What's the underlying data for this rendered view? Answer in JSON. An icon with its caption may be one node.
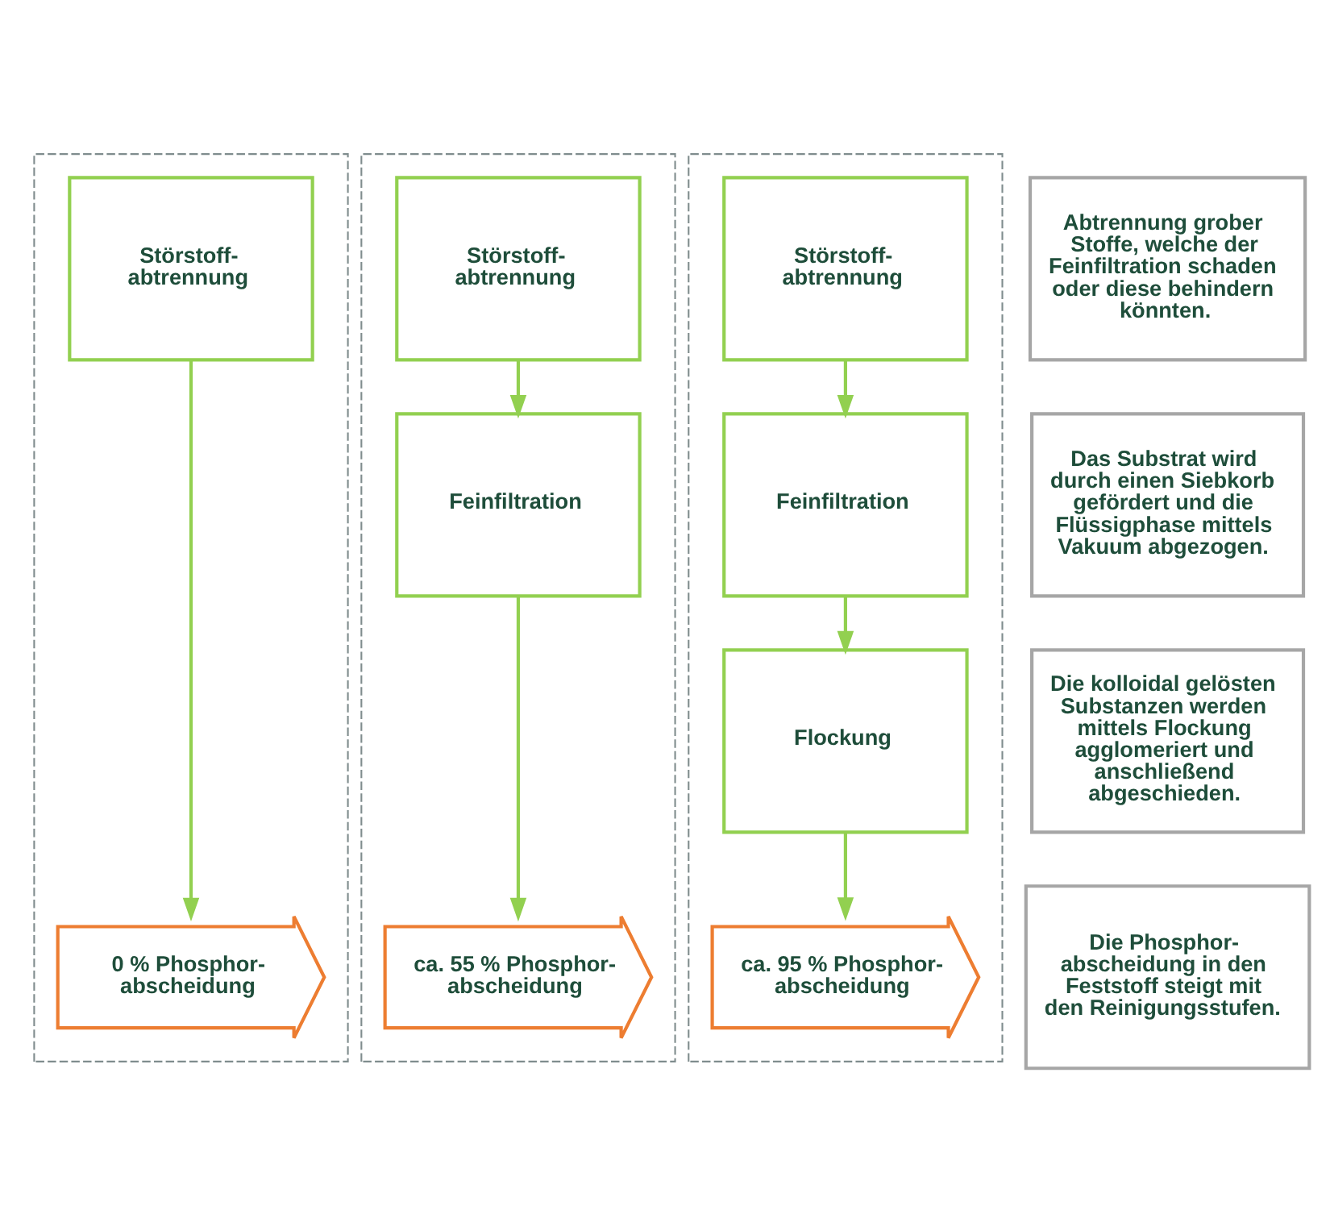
{
  "diagram": {
    "nodes": [
      {
        "text": [],
        "shape": "box"
      },
      {
        "text": [
          "Störstoff- abtrennung"
        ],
        "in": 0
      },
      {
        "text": [
          "0 % Phosphor- abscheidung"
        ],
        "in": 0
      },
      {
        "text": [],
        "shape": "box"
      },
      {
        "text": [
          "Störstoff- abtrennung"
        ],
        "in": 3
      },
      {
        "text": [
          "Feinfiltration"
        ],
        "in": 3
      },
      {
        "text": [
          "ca. 55 % Phosphor- abscheidung"
        ],
        "in": 3
      },
      {
        "text": [],
        "shape": "box"
      },
      {
        "text": [
          "Störstoff- abtrennung"
        ],
        "in": 7
      },
      {
        "text": [
          "Feinfiltration"
        ],
        "in": 7
      },
      {
        "text": [
          "Flockung"
        ],
        "in": 7
      },
      {
        "text": [
          "ca. 95 % Phosphor- abscheidung"
        ],
        "in": 7
      },
      {
        "text": [
          "Abtrennung grober Stoffe, welche der Feinfiltration schaden oder diese behindern könnten."
        ]
      },
      {
        "text": [
          "Das Substrat wird durch einen Siebkorb gefördert und die Flüssigphase mittels Vakuum abgezogen."
        ]
      },
      {
        "text": [
          "Die kolloidal gelösten Substanzen werden mittels Flockung agglomeriert und anschließend abgeschieden."
        ]
      },
      {
        "text": [
          "Die Phosphor- abscheidung in den Feststoff steigt mit den Reinigungsstufen."
        ]
      }
    ],
    "edges": [
      {
        "from": 1,
        "to": 2,
        "arrow": "to"
      },
      {
        "from": 4,
        "to": 5,
        "arrow": "to"
      },
      {
        "from": 5,
        "to": 6,
        "arrow": "to"
      },
      {
        "from": 8,
        "to": 9,
        "arrow": "to"
      },
      {
        "from": 9,
        "to": 10,
        "arrow": "to"
      },
      {
        "from": 10,
        "to": 11,
        "arrow": "to"
      }
    ]
  }
}
